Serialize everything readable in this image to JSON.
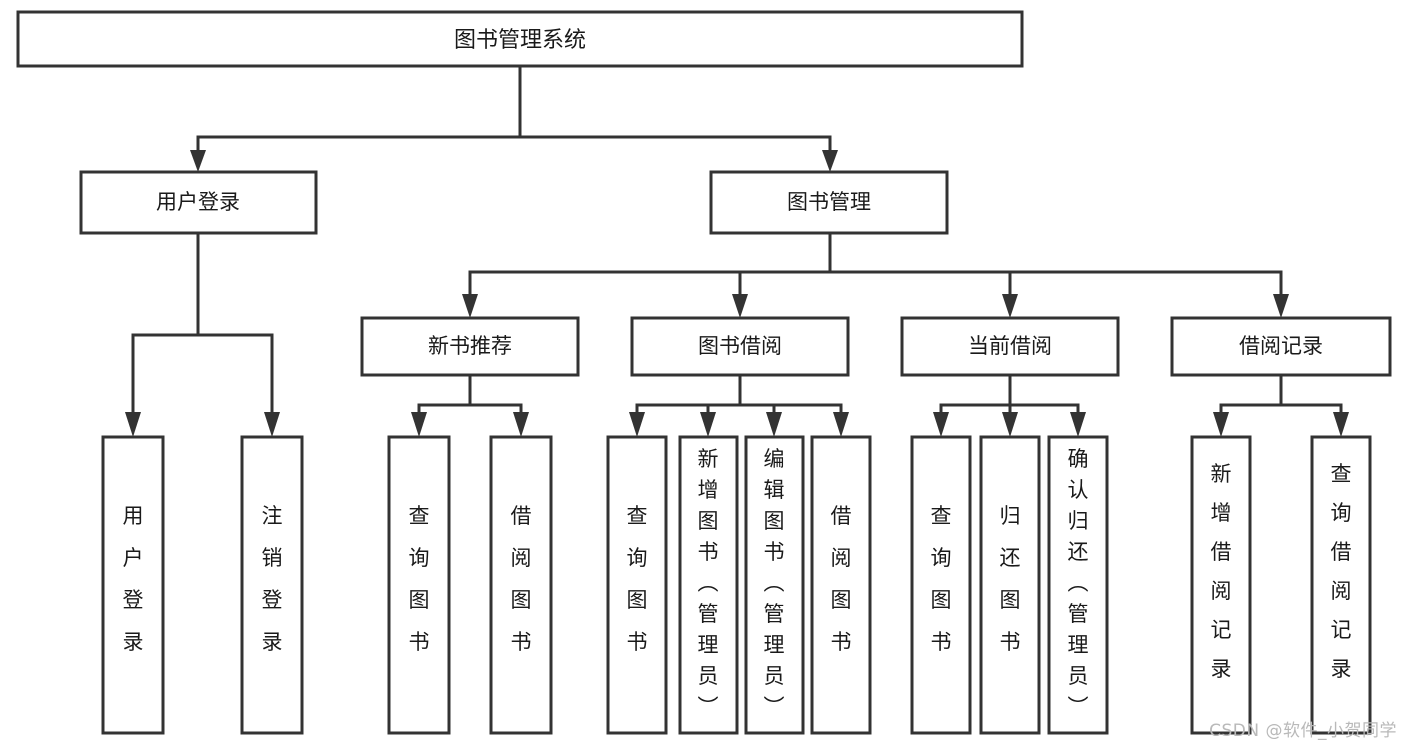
{
  "diagram": {
    "type": "tree-hierarchy-flowchart",
    "title": "图书管理系统",
    "watermark": "CSDN @软件_小贺同学",
    "colors": {
      "stroke": "#333333",
      "fill": "#ffffff",
      "text": "#1a1a1a",
      "watermark": "#b9b9b9",
      "background": "#ffffff"
    },
    "nodes": {
      "root": {
        "label": "图书管理系统",
        "level": 1
      },
      "login": {
        "label": "用户登录",
        "level": 2
      },
      "book_mgmt": {
        "label": "图书管理",
        "level": 2
      },
      "new_book_rec": {
        "label": "新书推荐",
        "level": 3
      },
      "book_borrow": {
        "label": "图书借阅",
        "level": 3
      },
      "current_borrow": {
        "label": "当前借阅",
        "level": 3
      },
      "borrow_record": {
        "label": "借阅记录",
        "level": 3
      },
      "leaf_user_login": {
        "label": "用户登录",
        "level": 4
      },
      "leaf_user_logout": {
        "label": "注销登录",
        "level": 4
      },
      "leaf_rec_query": {
        "label": "查询图书",
        "level": 4
      },
      "leaf_rec_borrow": {
        "label": "借阅图书",
        "level": 4
      },
      "leaf_bb_query": {
        "label": "查询图书",
        "level": 4
      },
      "leaf_bb_add": {
        "label": "新增图书（管理员）",
        "level": 4
      },
      "leaf_bb_edit": {
        "label": "编辑图书（管理员）",
        "level": 4
      },
      "leaf_bb_borrow": {
        "label": "借阅图书",
        "level": 4
      },
      "leaf_cb_query": {
        "label": "查询图书",
        "level": 4
      },
      "leaf_cb_return": {
        "label": "归还图书",
        "level": 4
      },
      "leaf_cb_confirm": {
        "label": "确认归还（管理员）",
        "level": 4
      },
      "leaf_br_add": {
        "label": "新增借阅记录",
        "level": 4
      },
      "leaf_br_query": {
        "label": "查询借阅记录",
        "level": 4
      }
    },
    "edges": [
      {
        "from": "root",
        "to": "login"
      },
      {
        "from": "root",
        "to": "book_mgmt"
      },
      {
        "from": "login",
        "to": "leaf_user_login"
      },
      {
        "from": "login",
        "to": "leaf_user_logout"
      },
      {
        "from": "book_mgmt",
        "to": "new_book_rec"
      },
      {
        "from": "book_mgmt",
        "to": "book_borrow"
      },
      {
        "from": "book_mgmt",
        "to": "current_borrow"
      },
      {
        "from": "book_mgmt",
        "to": "borrow_record"
      },
      {
        "from": "new_book_rec",
        "to": "leaf_rec_query"
      },
      {
        "from": "new_book_rec",
        "to": "leaf_rec_borrow"
      },
      {
        "from": "book_borrow",
        "to": "leaf_bb_query"
      },
      {
        "from": "book_borrow",
        "to": "leaf_bb_add"
      },
      {
        "from": "book_borrow",
        "to": "leaf_bb_edit"
      },
      {
        "from": "book_borrow",
        "to": "leaf_bb_borrow"
      },
      {
        "from": "current_borrow",
        "to": "leaf_cb_query"
      },
      {
        "from": "current_borrow",
        "to": "leaf_cb_return"
      },
      {
        "from": "current_borrow",
        "to": "leaf_cb_confirm"
      },
      {
        "from": "borrow_record",
        "to": "leaf_br_add"
      },
      {
        "from": "borrow_record",
        "to": "leaf_br_query"
      }
    ]
  }
}
